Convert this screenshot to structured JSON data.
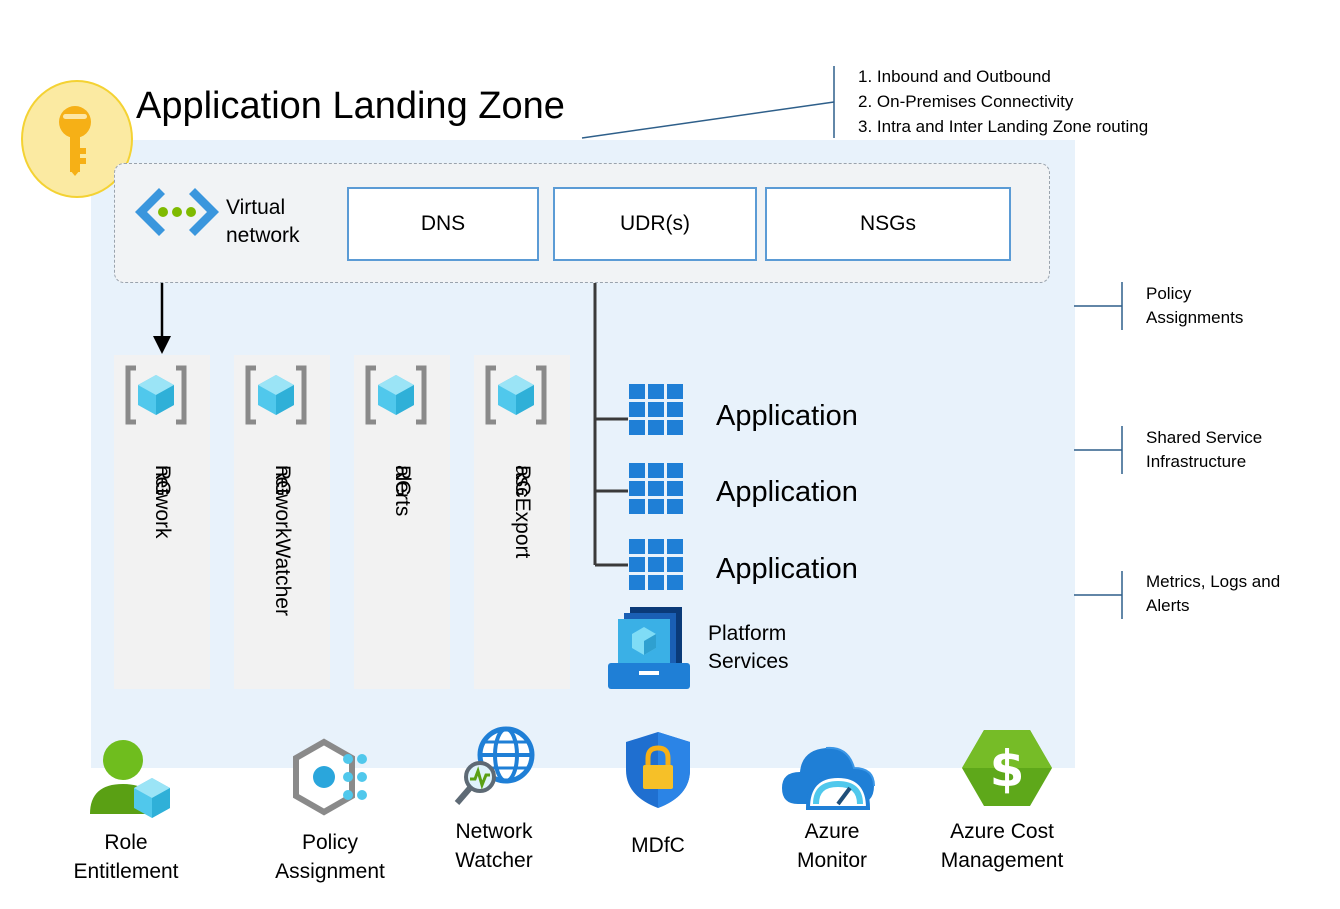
{
  "diagram": {
    "title": "Application Landing Zone",
    "routing_notes": [
      "1. Inbound and Outbound",
      "2. On-Premises Connectivity",
      "3. Intra and Inter Landing Zone routing"
    ],
    "virtual_network": {
      "label_line1": "Virtual",
      "label_line2": "network",
      "icon": "virtual-network-icon"
    },
    "network_services": [
      "DNS",
      "UDR(s)",
      "NSGs"
    ],
    "resource_groups": [
      {
        "line1": "network",
        "line2": "RG"
      },
      {
        "line1": "networkWatcher",
        "line2": "RG"
      },
      {
        "line1": "alerts",
        "line2": "RG"
      },
      {
        "line1": "ascExport",
        "line2": "RG"
      }
    ],
    "applications": [
      "Application",
      "Application",
      "Application"
    ],
    "platform_services": {
      "line1": "Platform",
      "line2": "Services"
    },
    "side_labels": [
      {
        "line1": "Policy",
        "line2": "Assignments"
      },
      {
        "line1": "Shared Service",
        "line2": "Infrastructure"
      },
      {
        "line1": "Metrics, Logs and",
        "line2": "Alerts"
      }
    ],
    "tools": [
      {
        "line1": "Role",
        "line2": "Entitlement",
        "icon": "role-entitlement-icon"
      },
      {
        "line1": "Policy",
        "line2": "Assignment",
        "icon": "policy-icon"
      },
      {
        "line1": "Network",
        "line2": "Watcher",
        "icon": "network-watcher-icon"
      },
      {
        "line1": "MDfC",
        "line2": "",
        "icon": "defender-lock-icon"
      },
      {
        "line1": "Azure",
        "line2": "Monitor",
        "icon": "azure-monitor-icon"
      },
      {
        "line1": "Azure Cost",
        "line2": "Management",
        "icon": "cost-management-icon"
      }
    ],
    "colors": {
      "zone_background": "#e8f2fb",
      "service_border": "#5b9bd5",
      "key_badge": "#fbeaa2",
      "azure_blue": "#0078d4"
    }
  }
}
